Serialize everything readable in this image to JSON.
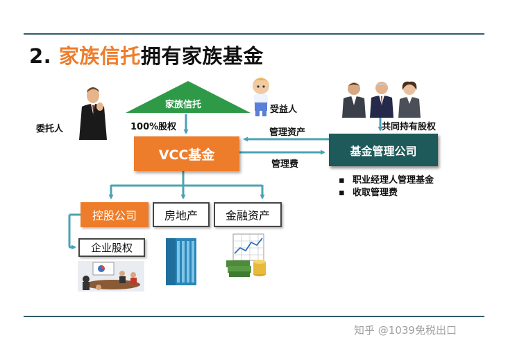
{
  "title": {
    "number": "2.",
    "highlight": "家族信托",
    "rest": "拥有家族基金"
  },
  "nodes": {
    "trust": "家族信托",
    "settlor": "委托人",
    "beneficiary": "受益人",
    "vcc": "VCC基金",
    "fund_manager": "基金管理公司",
    "holding": "控股公司",
    "real_estate": "房地产",
    "financial_assets": "金融资产",
    "corporate_equity": "企业股权"
  },
  "edges": {
    "equity_100": "100%股权",
    "manage_assets": "管理资产",
    "management_fee": "管理费",
    "joint_ownership": "共同持有股权"
  },
  "bullets": [
    "职业经理人管理基金",
    "收取管理费"
  ],
  "watermark": "知乎 @1039免税出口",
  "colors": {
    "orange": "#ee7d2b",
    "teal": "#1f5a5a",
    "arrow": "#4aa3b5",
    "triangle": "#2e9a48",
    "rule": "#2f5d6b"
  }
}
